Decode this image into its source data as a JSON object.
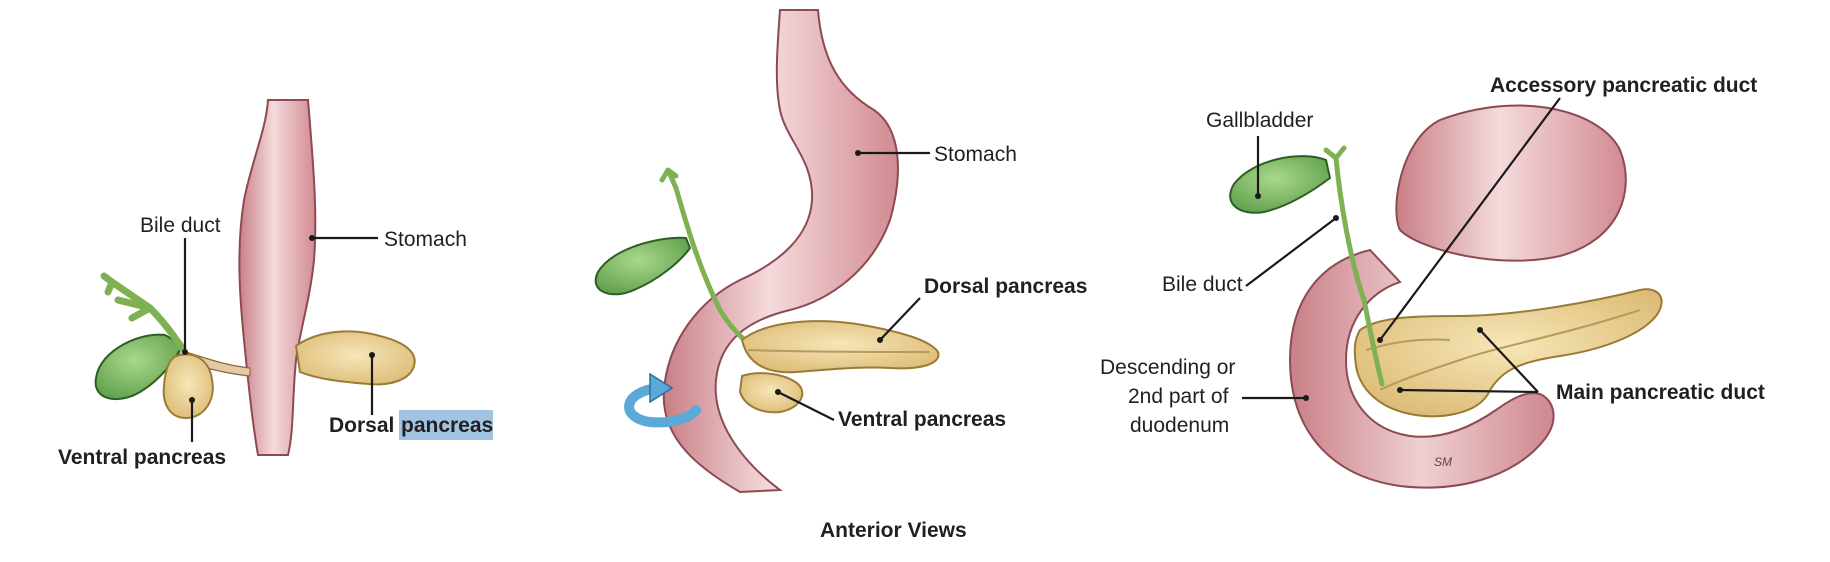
{
  "caption": "Anterior Views",
  "panels": [
    {
      "stomach": "Stomach",
      "bile_duct": "Bile duct",
      "dorsal_pancreas_1": "Dorsal",
      "dorsal_pancreas_2": "pancreas",
      "ventral_pancreas": "Ventral pancreas"
    },
    {
      "stomach": "Stomach",
      "dorsal_pancreas": "Dorsal pancreas",
      "ventral_pancreas": "Ventral pancreas"
    },
    {
      "gallbladder": "Gallbladder",
      "bile_duct": "Bile duct",
      "accessory_duct": "Accessory pancreatic duct",
      "main_duct": "Main pancreatic duct",
      "duodenum_line1": "Descending or",
      "duodenum_line2": "2nd part of",
      "duodenum_line3": "duodenum",
      "signature": "SM"
    }
  ],
  "colors": {
    "stomach_fill": "#e2a3a8",
    "stomach_highlight": "#f7e3e4",
    "pancreas_fill": "#ecd49a",
    "gallbladder_fill": "#7cb865",
    "bile_duct": "#8dbf63",
    "rotation_arrow": "#5aa9d8",
    "highlight": "#9fc3e0"
  }
}
